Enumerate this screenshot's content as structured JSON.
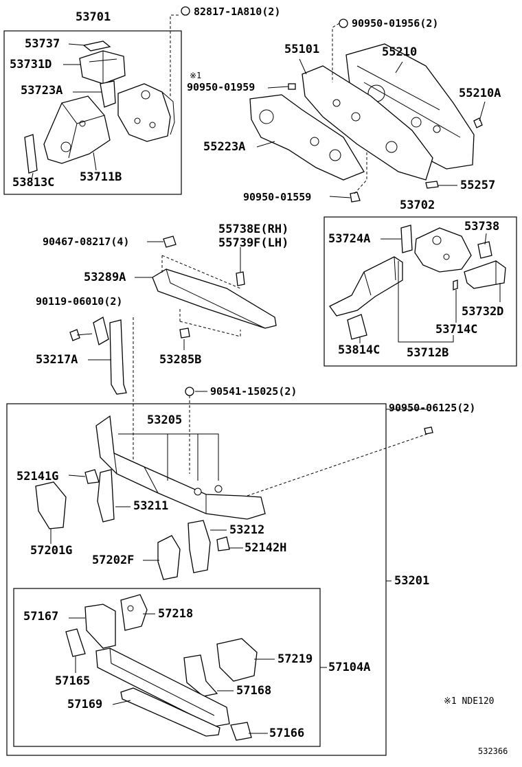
{
  "labels": {
    "p53701": "53701",
    "p53737": "53737",
    "p53731D": "53731D",
    "p53723A": "53723A",
    "p53813C": "53813C",
    "p53711B": "53711B",
    "p82817": "82817-1A810(2)",
    "p90950_01956": "90950-01956(2)",
    "p55101": "55101",
    "p55210": "55210",
    "note_mark1": "※1",
    "p90950_01959": "90950-01959",
    "p55210A": "55210A",
    "p55223A": "55223A",
    "p55257": "55257",
    "p90950_01559": "90950-01559",
    "p53702": "53702",
    "p55738E": "55738E(RH)",
    "p55739F": "55739F(LH)",
    "p90467": "90467-08217(4)",
    "p53724A": "53724A",
    "p53738": "53738",
    "p53289A": "53289A",
    "p90119": "90119-06010(2)",
    "p53732D": "53732D",
    "p53714C": "53714C",
    "p53217A": "53217A",
    "p53285B": "53285B",
    "p53814C": "53814C",
    "p53712B": "53712B",
    "p90541": "90541-15025(2)",
    "p90950_06125": "90950-06125(2)",
    "p53205": "53205",
    "p52141G": "52141G",
    "p53211": "53211",
    "p53212": "53212",
    "p57201G": "57201G",
    "p52142H": "52142H",
    "p57202F": "57202F",
    "p53201": "53201",
    "p57167": "57167",
    "p57218": "57218",
    "p57219": "57219",
    "p57104A": "57104A",
    "p57165": "57165",
    "p57168": "57168",
    "p57169": "57169",
    "p57166": "57166",
    "footnote": "※1 NDE120",
    "diagram_id": "532366"
  }
}
